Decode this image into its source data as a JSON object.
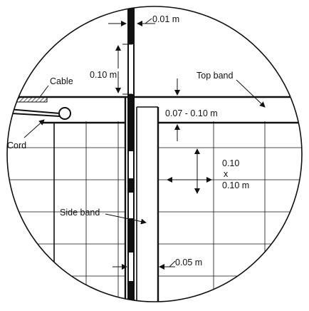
{
  "labels": {
    "top_gap": "0.01 m",
    "stripe_length": "0.10 m",
    "cable": "Cable",
    "top_band": "Top band",
    "band_depth": "0.07 - 0.10 m",
    "cord": "Cord",
    "mesh_1": "0.10",
    "mesh_2": "x",
    "mesh_3": "0.10 m",
    "side_band": "Side band",
    "side_gap": "0.05 m"
  },
  "colors": {
    "ink": "#111111",
    "background": "#ffffff"
  }
}
